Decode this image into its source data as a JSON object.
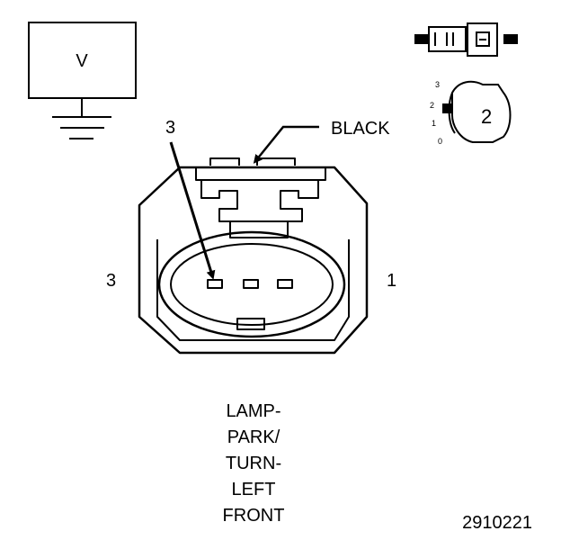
{
  "meter": {
    "label": "V"
  },
  "connector": {
    "color_label": "BLACK",
    "callout_pin": "3",
    "left_pin": "3",
    "right_pin": "1"
  },
  "inset": {
    "numeral": "2",
    "scale_labels": [
      "3",
      "2",
      "1",
      "0"
    ]
  },
  "component_name": [
    "LAMP-",
    "PARK/",
    "TURN-",
    "LEFT",
    "FRONT"
  ],
  "figure_id": "2910221",
  "colors": {
    "ink": "#000000",
    "paper": "#ffffff"
  }
}
